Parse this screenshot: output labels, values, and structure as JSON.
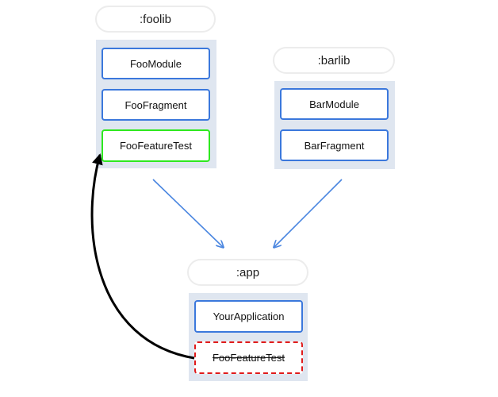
{
  "modules": {
    "foolib": {
      "name": ":foolib",
      "classes": [
        "FooModule",
        "FooFragment",
        "FooFeatureTest"
      ]
    },
    "barlib": {
      "name": ":barlib",
      "classes": [
        "BarModule",
        "BarFragment"
      ]
    },
    "app": {
      "name": ":app",
      "classes": [
        "YourApplication",
        "FooFeatureTest"
      ]
    }
  },
  "colors": {
    "panel": "#dfe6f0",
    "box_border": "#3b78dc",
    "highlight_border": "#2ee81f",
    "removed_border": "#e01b1b",
    "dependency_arrow": "#4a86e0",
    "move_arrow": "#000000"
  }
}
